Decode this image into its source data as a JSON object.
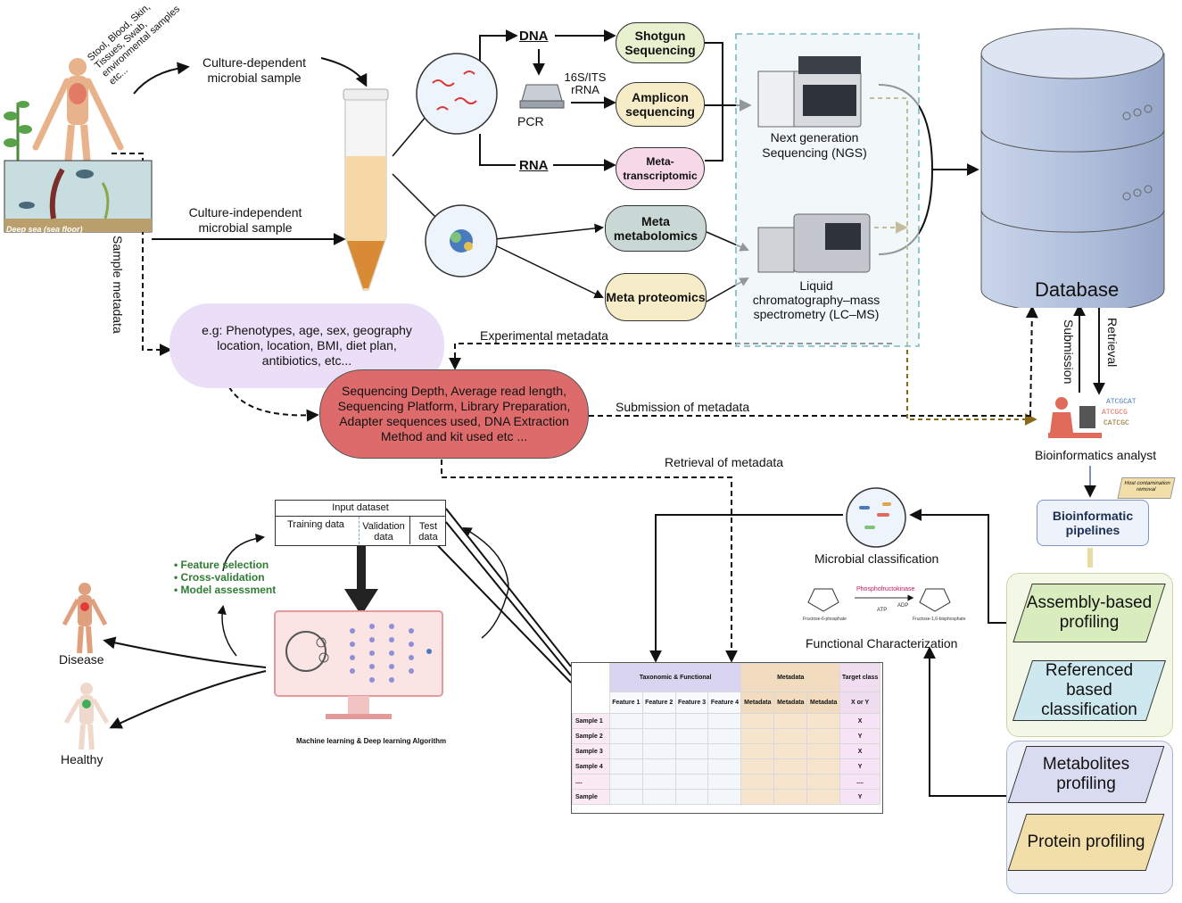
{
  "sources": {
    "sample_types": "Stool, Blood, Skin, Tissues, Swab, environmental samples etc...",
    "deep_sea": "Deep sea (sea floor)",
    "culture_dependent": "Culture-dependent microbial sample",
    "culture_independent": "Culture-independent microbial sample",
    "sample_metadata": "Sample metadata"
  },
  "sequencing": {
    "dna": "DNA",
    "rna": "RNA",
    "pcr": "PCR",
    "rrna": "16S/ITS rRNA",
    "shotgun": "Shotgun Sequencing",
    "amplicon": "Amplicon sequencing",
    "metatranscriptomic": "Meta-transcriptomic",
    "metametabolomics": "Meta metabolomics",
    "metaproteomics": "Meta proteomics",
    "ngs": "Next generation Sequencing (NGS)",
    "lcms": "Liquid chromatography–mass spectrometry (LC–MS)"
  },
  "metadata": {
    "sample_examples": "e.g: Phenotypes, age, sex, geography location, location, BMI, diet plan, antibiotics, etc...",
    "experimental_label": "Experimental  metadata",
    "experimental_examples": "Sequencing Depth, Average read length, Sequencing Platform, Library Preparation, Adapter sequences used, DNA Extraction Method and kit used etc ...",
    "submission_label": "Submission of  metadata",
    "retrieval_label": "Retrieval  of  metadata"
  },
  "database": {
    "label": "Database",
    "submission": "Submission",
    "retrieval": "Retrieval"
  },
  "analyst": {
    "label": "Bioinformatics analyst",
    "note": "Host contamination removal",
    "pipelines": "Bioinformatic pipelines"
  },
  "profiling": {
    "assembly": "Assembly-based profiling",
    "referenced": "Referenced based classification",
    "metabolites": "Metabolites profiling",
    "protein": "Protein profiling"
  },
  "characterization": {
    "microbial": "Microbial classification",
    "functional": "Functional Characterization",
    "reaction_left": "Fructose-6-phosphate",
    "reaction_right": "Fructose-1,6-bisphosphate",
    "enzyme": "Phosphofructokinase",
    "cofactor_in": "ATP",
    "cofactor_out": "ADP"
  },
  "ml": {
    "input_dataset": "Input dataset",
    "training": "Training data",
    "validation": "Validation data",
    "test": "Test data",
    "bullets": [
      "Feature selection",
      "Cross-validation",
      "Model assessment"
    ],
    "algorithm": "Machine learning & Deep learning Algorithm",
    "disease": "Disease",
    "healthy": "Healthy"
  },
  "table": {
    "group_taxonomic": "Taxonomic & Functional",
    "group_metadata": "Metadata",
    "group_target": "Target class",
    "features": [
      "Feature 1",
      "Feature 2",
      "Feature 3",
      "Feature 4"
    ],
    "meta_cols": [
      "Metadata",
      "Metadata",
      "Metadata"
    ],
    "target_header": "X or Y",
    "rows": [
      {
        "label": "Sample 1",
        "target": "X"
      },
      {
        "label": "Sample 2",
        "target": "Y"
      },
      {
        "label": "Sample 3",
        "target": "X"
      },
      {
        "label": "Sample 4",
        "target": "Y"
      },
      {
        "label": "....",
        "target": "...."
      },
      {
        "label": "Sample",
        "target": "Y"
      }
    ]
  },
  "colors": {
    "pink": "#f7d8e8",
    "green_pill": "#e7f0cf",
    "teal_pill": "#c9d8d4",
    "cream": "#f6ecc8",
    "lavender": "#ebdff7",
    "salmon": "#de6b6b",
    "db": "#b9c8e0",
    "dash_box": "#e9f3f7",
    "para_green": "#d9ecbd",
    "para_blue": "#cde8ee",
    "para_lav": "#d9dbf1",
    "para_tan": "#f2dea9",
    "panel_green": "#f3f7e6",
    "panel_blue": "#eef1f8",
    "ml_green": "#2e7d32"
  }
}
